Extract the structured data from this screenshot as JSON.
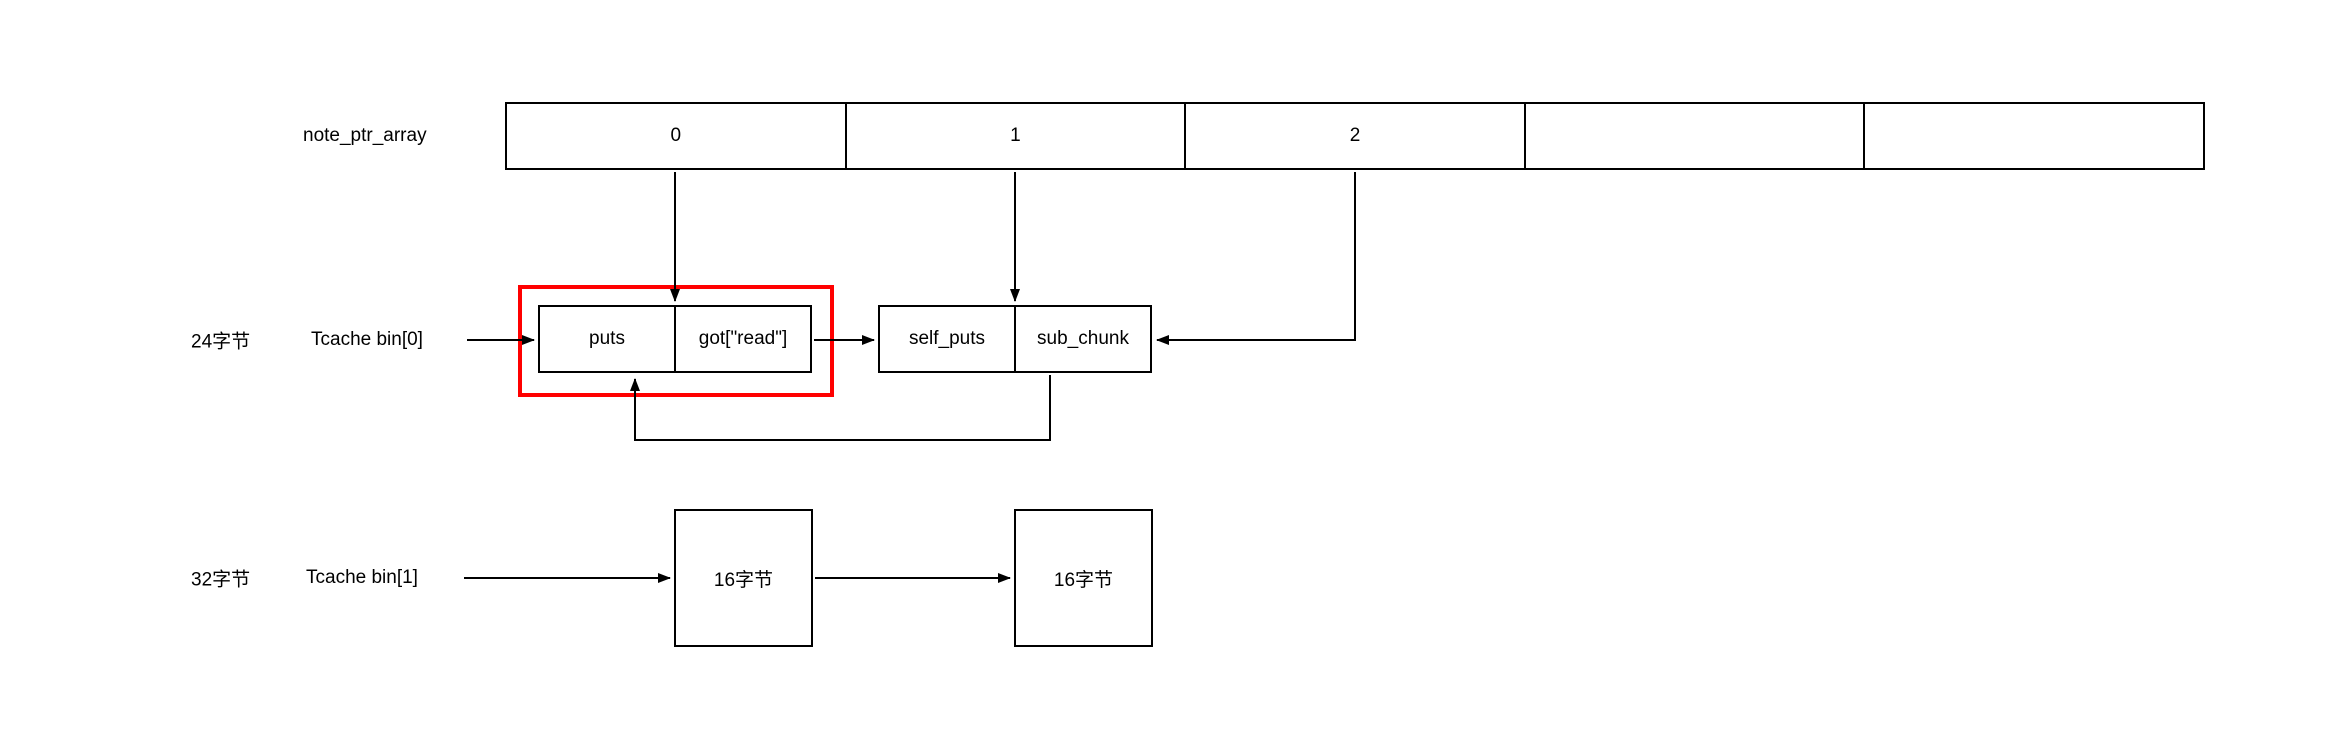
{
  "pointer_array": {
    "label": "note_ptr_array",
    "cells": [
      "0",
      "1",
      "2",
      "",
      ""
    ]
  },
  "tcache_row_24": {
    "size_label": "24字节",
    "bin_label": "Tcache bin[0]",
    "chunk_a": {
      "cells": [
        "puts",
        "got[\"read\"]"
      ]
    },
    "chunk_b": {
      "cells": [
        "self_puts",
        "sub_chunk"
      ]
    }
  },
  "tcache_row_32": {
    "size_label": "32字节",
    "bin_label": "Tcache bin[1]",
    "chunk_c_label": "16字节",
    "chunk_d_label": "16字节"
  },
  "colors": {
    "stroke": "#000000",
    "highlight_border": "#ff0000",
    "background": "#ffffff"
  }
}
